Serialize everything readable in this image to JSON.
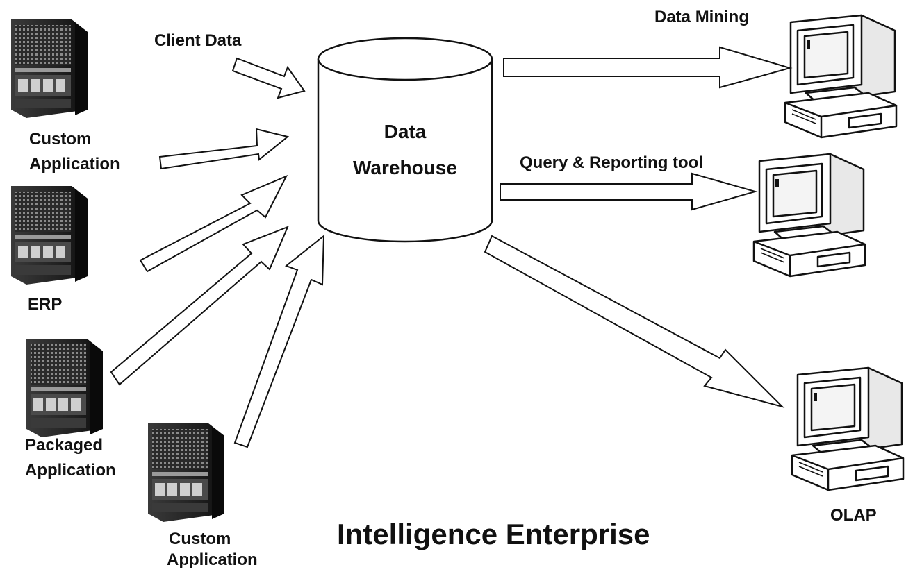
{
  "title": "Intelligence Enterprise",
  "warehouse": {
    "line1": "Data",
    "line2": "Warehouse"
  },
  "sources": {
    "client_data": "Client Data",
    "custom_app_top": {
      "line1": "Custom",
      "line2": "Application"
    },
    "erp": "ERP",
    "packaged_app": {
      "line1": "Packaged",
      "line2": "Application"
    },
    "custom_app_bottom": {
      "line1": "Custom",
      "line2": "Application"
    }
  },
  "targets": {
    "data_mining": "Data Mining",
    "query_reporting": "Query & Reporting tool",
    "olap": "OLAP"
  },
  "colors": {
    "ink": "#111111",
    "server_body": "#2a2a2a",
    "server_face": "#6a6a6a",
    "arrow_fill": "#ffffff"
  },
  "icons": {
    "server": "server-icon",
    "computer": "computer-icon",
    "database": "database-cylinder-icon"
  }
}
